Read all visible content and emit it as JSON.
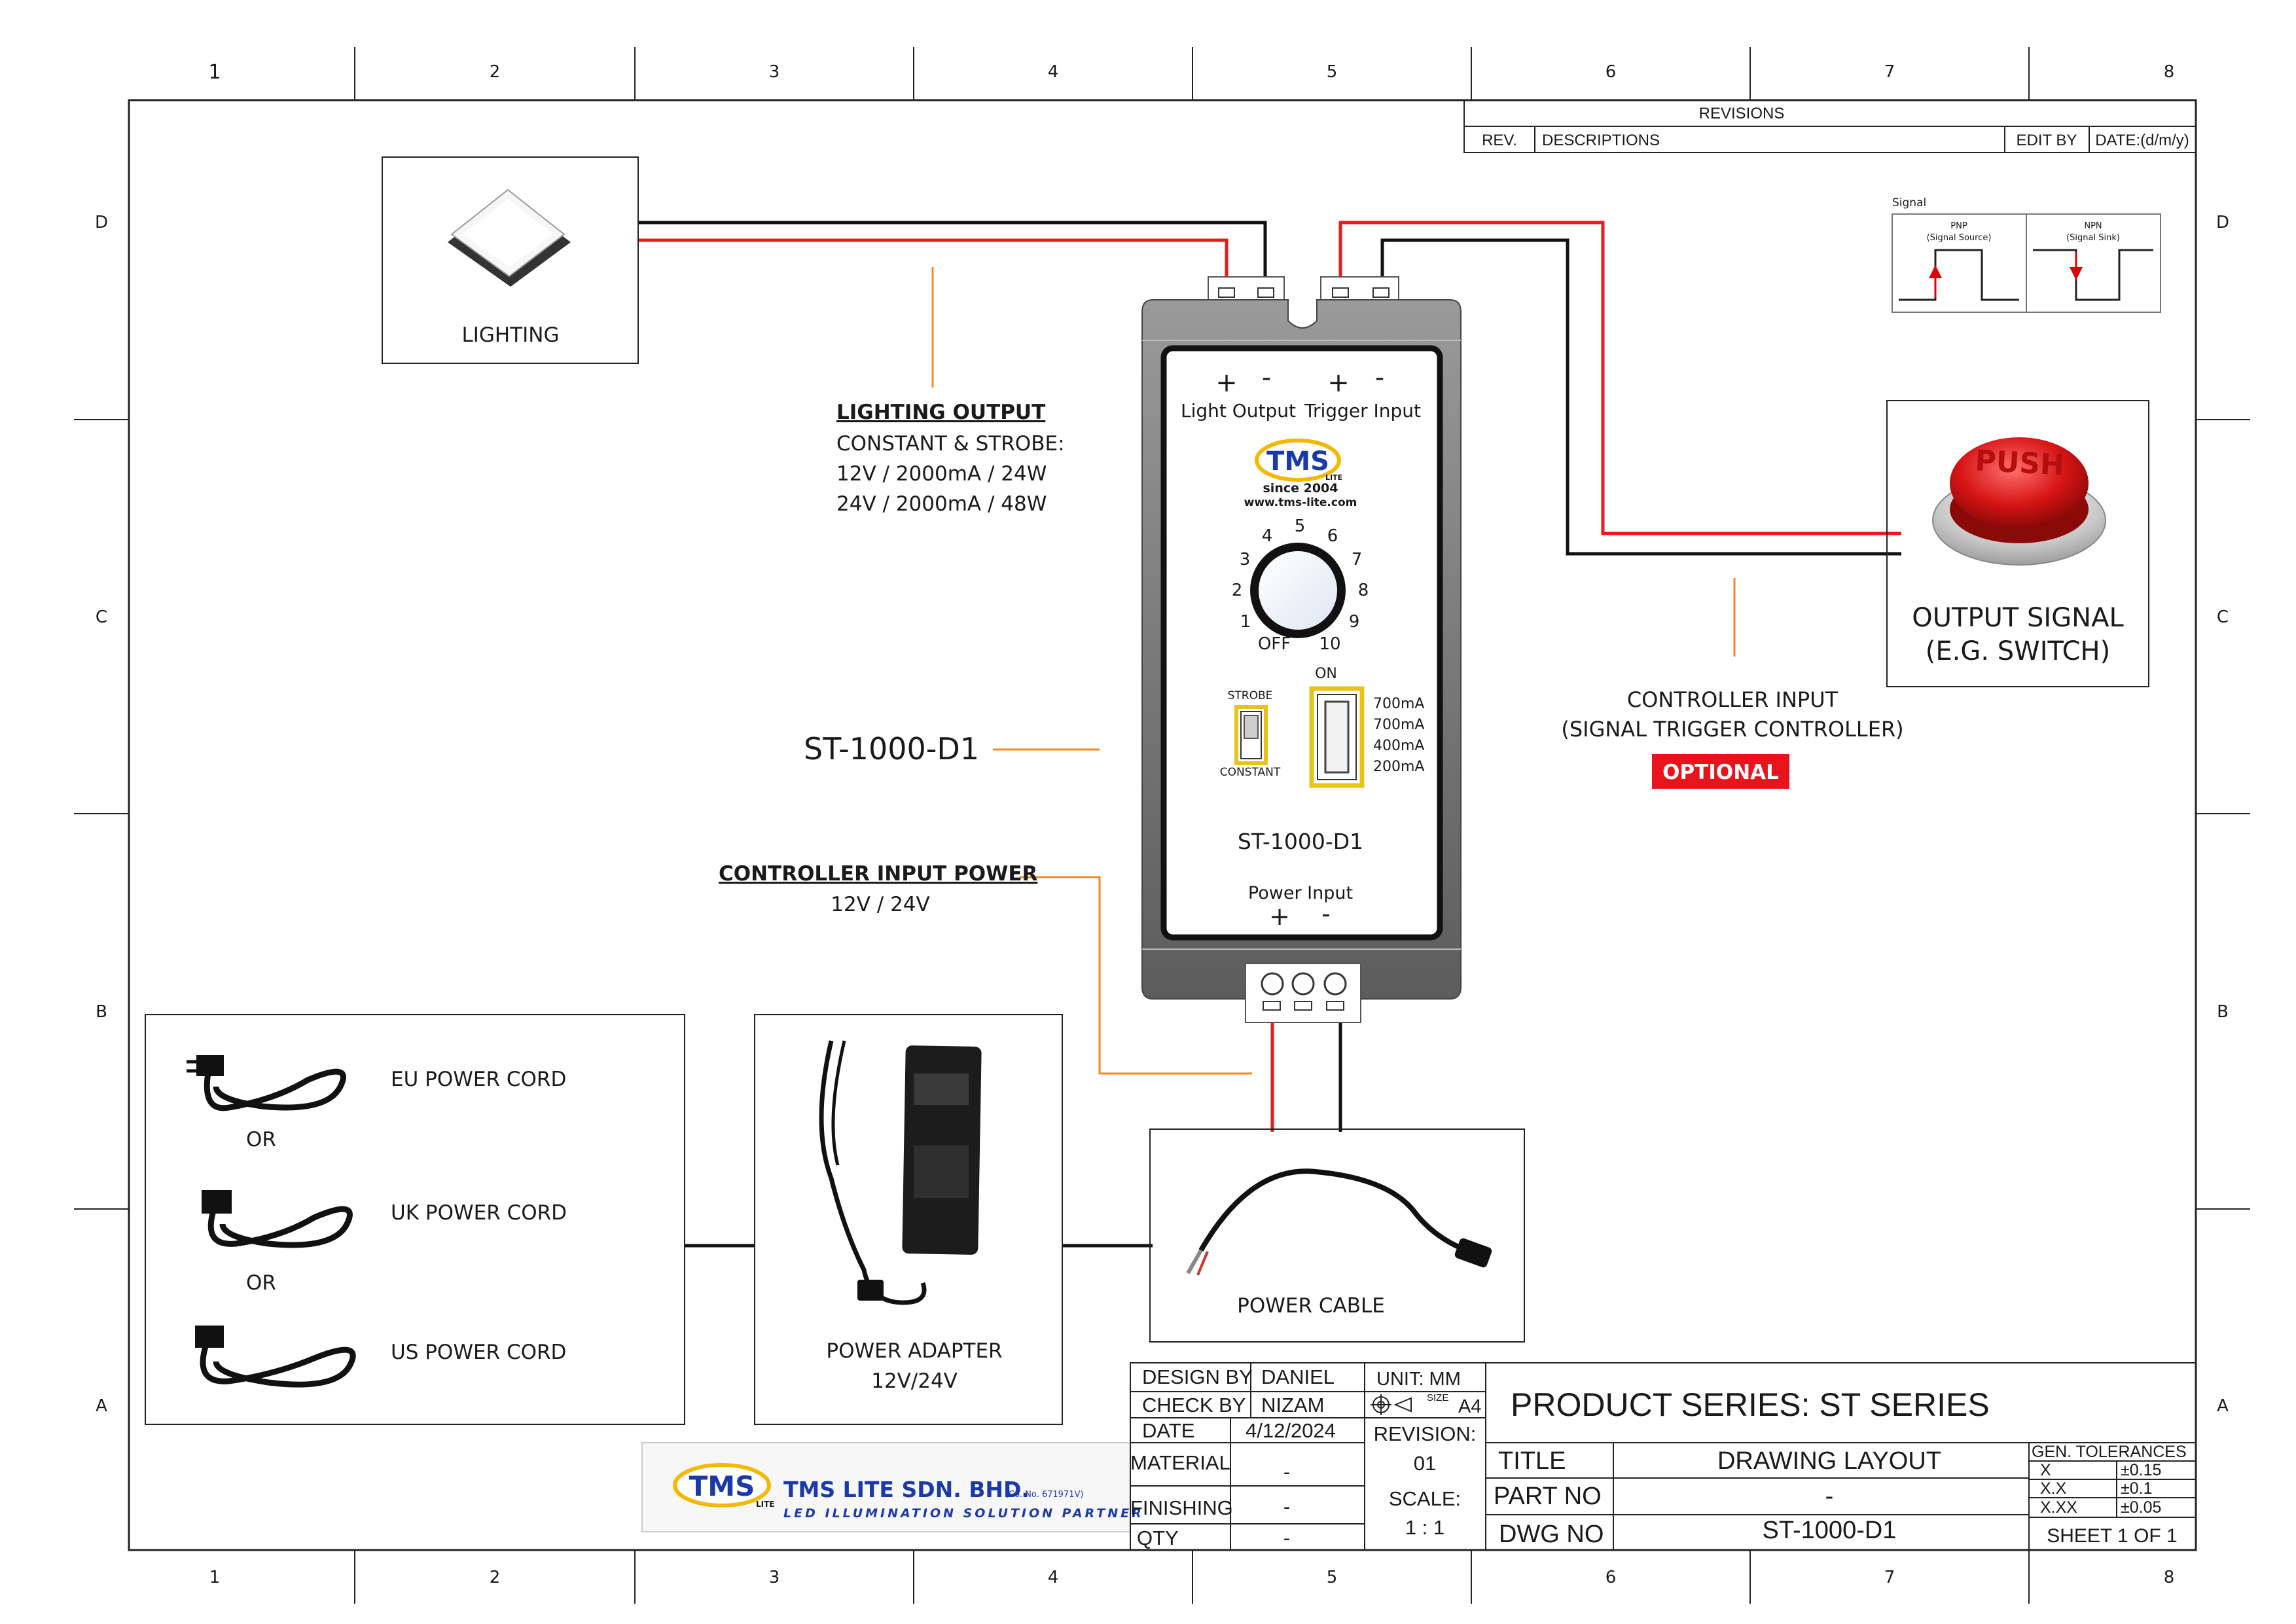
{
  "grid": {
    "columns": [
      "1",
      "2",
      "3",
      "4",
      "5",
      "6",
      "7",
      "8"
    ],
    "rows": [
      "D",
      "C",
      "B",
      "A"
    ]
  },
  "revisions": {
    "title": "REVISIONS",
    "col_rev": "REV.",
    "col_desc": "DESCRIPTIONS",
    "col_edit": "EDIT BY",
    "col_date": "DATE:(d/m/y)"
  },
  "signal_legend": {
    "title": "Signal",
    "pnp": "PNP",
    "pnp_sub": "(Signal Source)",
    "npn": "NPN",
    "npn_sub": "(Signal Sink)"
  },
  "lighting": {
    "label": "LIGHTING"
  },
  "lighting_output": {
    "heading": "LIGHTING OUTPUT",
    "lines": [
      "CONSTANT & STROBE:",
      "12V / 2000mA / 24W",
      "24V / 2000mA / 48W"
    ]
  },
  "model_callout": "ST-1000-D1",
  "controller_power": {
    "heading": "CONTROLLER INPUT POWER",
    "value": "12V / 24V"
  },
  "device": {
    "plus": "+",
    "minus": "-",
    "light_output": "Light Output",
    "trigger_input": "Trigger Input",
    "brand": "TMS",
    "brand_sub": "LITE",
    "since": "since 2004",
    "website": "www.tms-lite.com",
    "dial": [
      "OFF",
      "1",
      "2",
      "3",
      "4",
      "5",
      "6",
      "7",
      "8",
      "9",
      "10"
    ],
    "strobe": "STROBE",
    "constant": "CONSTANT",
    "on": "ON",
    "currents": [
      "700mA",
      "700mA",
      "400mA",
      "200mA"
    ],
    "model": "ST-1000-D1",
    "power_input": "Power Input"
  },
  "output_signal": {
    "button_text": "PUSH",
    "line1": "OUTPUT SIGNAL",
    "line2": "(E.G. SWITCH)"
  },
  "controller_input": {
    "line1": "CONTROLLER INPUT",
    "line2": "(SIGNAL TRIGGER CONTROLLER)",
    "badge": "OPTIONAL"
  },
  "power_cords": {
    "eu": "EU POWER CORD",
    "uk": "UK POWER CORD",
    "us": "US POWER CORD",
    "or": "OR"
  },
  "power_adapter": {
    "line1": "POWER ADAPTER",
    "line2": "12V/24V"
  },
  "power_cable": {
    "label": "POWER CABLE"
  },
  "company": {
    "logo": "TMS",
    "logo_sub": "LITE",
    "name": "TMS LITE SDN. BHD.",
    "reg": "(Co. No. 671971V)",
    "tagline": "LED ILLUMINATION SOLUTION PARTNER"
  },
  "title_block": {
    "design_by_label": "DESIGN BY",
    "design_by": "DANIEL",
    "check_by_label": "CHECK BY",
    "check_by": "NIZAM",
    "date_label": "DATE",
    "date": "4/12/2024",
    "material_label": "MATERIAL",
    "material": "-",
    "finishing_label": "FINISHING",
    "finishing": "-",
    "qty_label": "QTY",
    "qty": "-",
    "unit": "UNIT:  MM",
    "size_label": "SIZE",
    "size": "A4",
    "revision_label": "REVISION:",
    "revision": "01",
    "scale_label": "SCALE:",
    "scale": "1 : 1",
    "product_series": "PRODUCT SERIES: ST SERIES",
    "title_label": "TITLE",
    "title": "DRAWING LAYOUT",
    "part_no_label": "PART NO",
    "part_no": "-",
    "dwg_no_label": "DWG NO",
    "dwg_no": "ST-1000-D1",
    "tolerances_label": "GEN. TOLERANCES",
    "tol": [
      [
        "X",
        "±0.15"
      ],
      [
        "X.X",
        "±0.1"
      ],
      [
        "X.XX",
        "±0.05"
      ]
    ],
    "sheet": "SHEET 1 OF 1"
  },
  "colors": {
    "wire_red": "#e41e1e",
    "wire_black": "#111111",
    "leader": "#f08a24",
    "optional_bg": "#e8141c"
  }
}
